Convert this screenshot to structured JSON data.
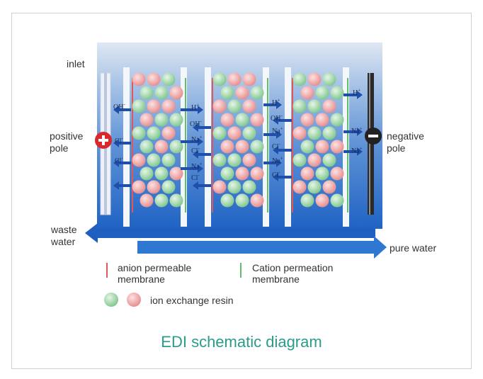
{
  "labels": {
    "inlet": "inlet",
    "positive_pole_1": "positive",
    "positive_pole_2": "pole",
    "negative_pole_1": "negative",
    "negative_pole_2": "pole",
    "waste_water_1": "waste",
    "waste_water_2": "water",
    "pure_water": "pure water"
  },
  "legend": {
    "anion_1": "anion permeable",
    "anion_2": "membrane",
    "cation_1": "Cation permeation",
    "cation_2": "membrane",
    "resin": "ion exchange resin"
  },
  "ions": {
    "oh": "OH",
    "h": "H",
    "cl": "Cl",
    "na": "Na",
    "minus": "-",
    "plus": "+"
  },
  "title": "EDI schematic diagram",
  "colors": {
    "title": "#2b9b8a",
    "anion_membrane": "#e0575a",
    "cation_membrane": "#5fbf6a",
    "resin_green": "#8fd19a",
    "resin_red": "#ec9a9a",
    "water_blue": "#1f63c4",
    "positive_pole": "#d9282b",
    "negative_pole": "#222222"
  }
}
